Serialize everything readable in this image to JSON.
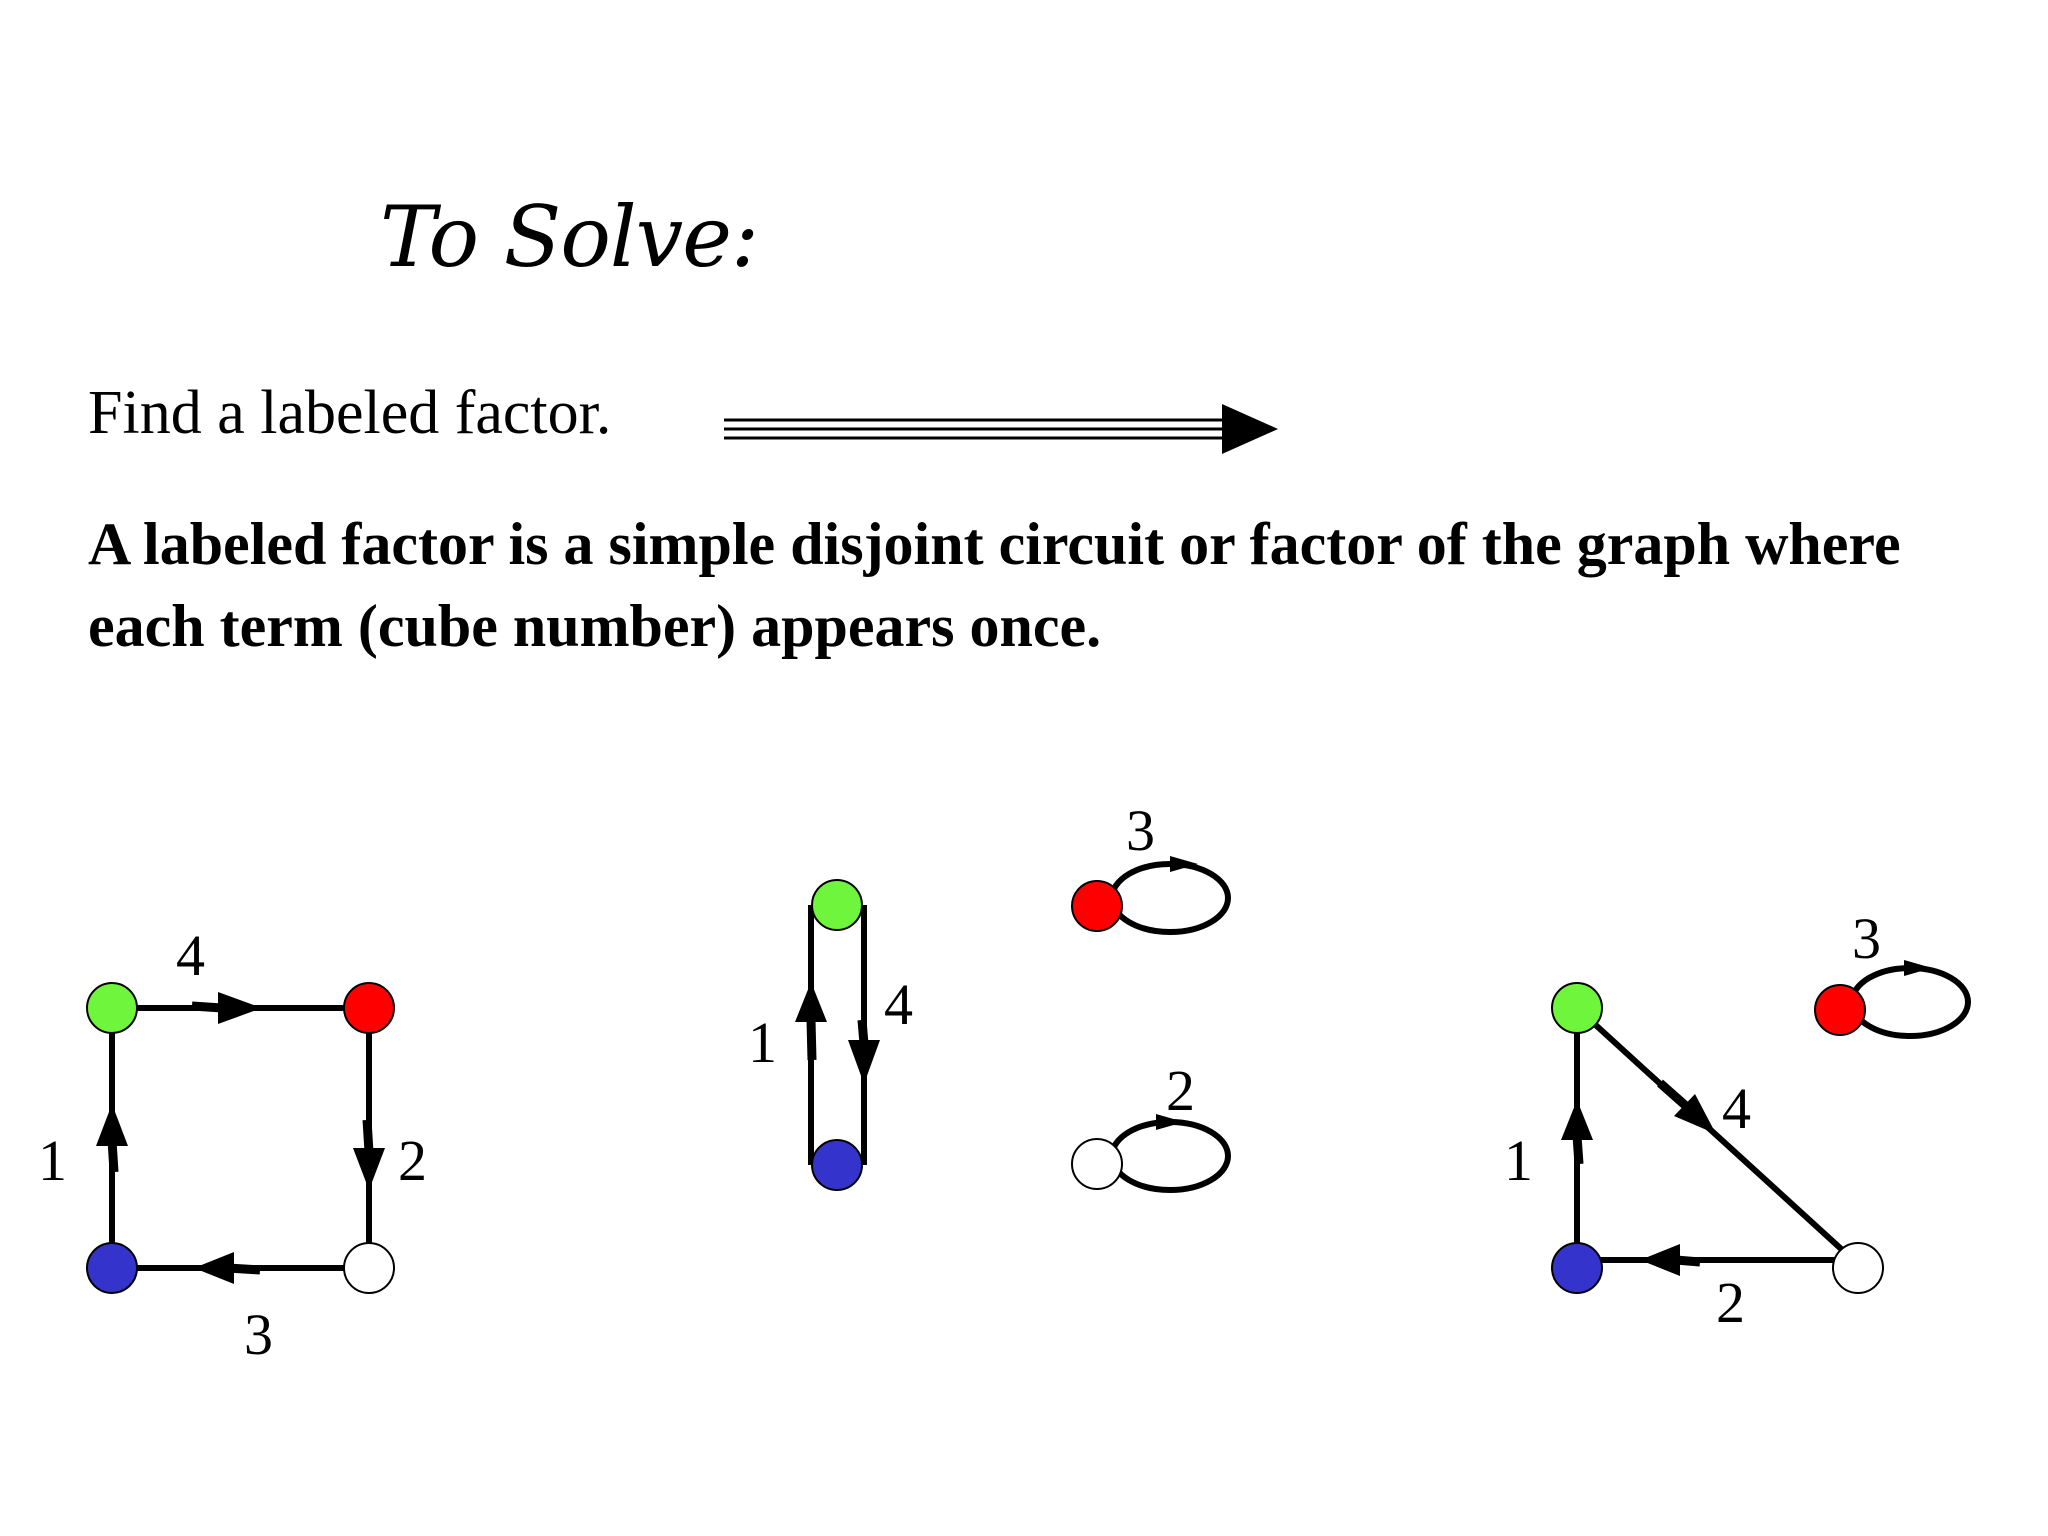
{
  "title": "To Solve:",
  "instruction": "Find a labeled factor.",
  "definition": "A labeled factor is a simple disjoint circuit or factor of the graph where each term (cube number) appears once.",
  "colors": {
    "green": "#6ef53c",
    "red": "#ff0000",
    "blue": "#3434cc",
    "white": "#ffffff",
    "edge": "#000000"
  },
  "graphs": {
    "square": {
      "edge_labels": [
        "4",
        "2",
        "3",
        "1"
      ]
    },
    "pair": {
      "edge_labels": [
        "1",
        "4",
        "3",
        "2"
      ]
    },
    "triangle": {
      "edge_labels": [
        "4",
        "2",
        "1",
        "3"
      ]
    }
  }
}
